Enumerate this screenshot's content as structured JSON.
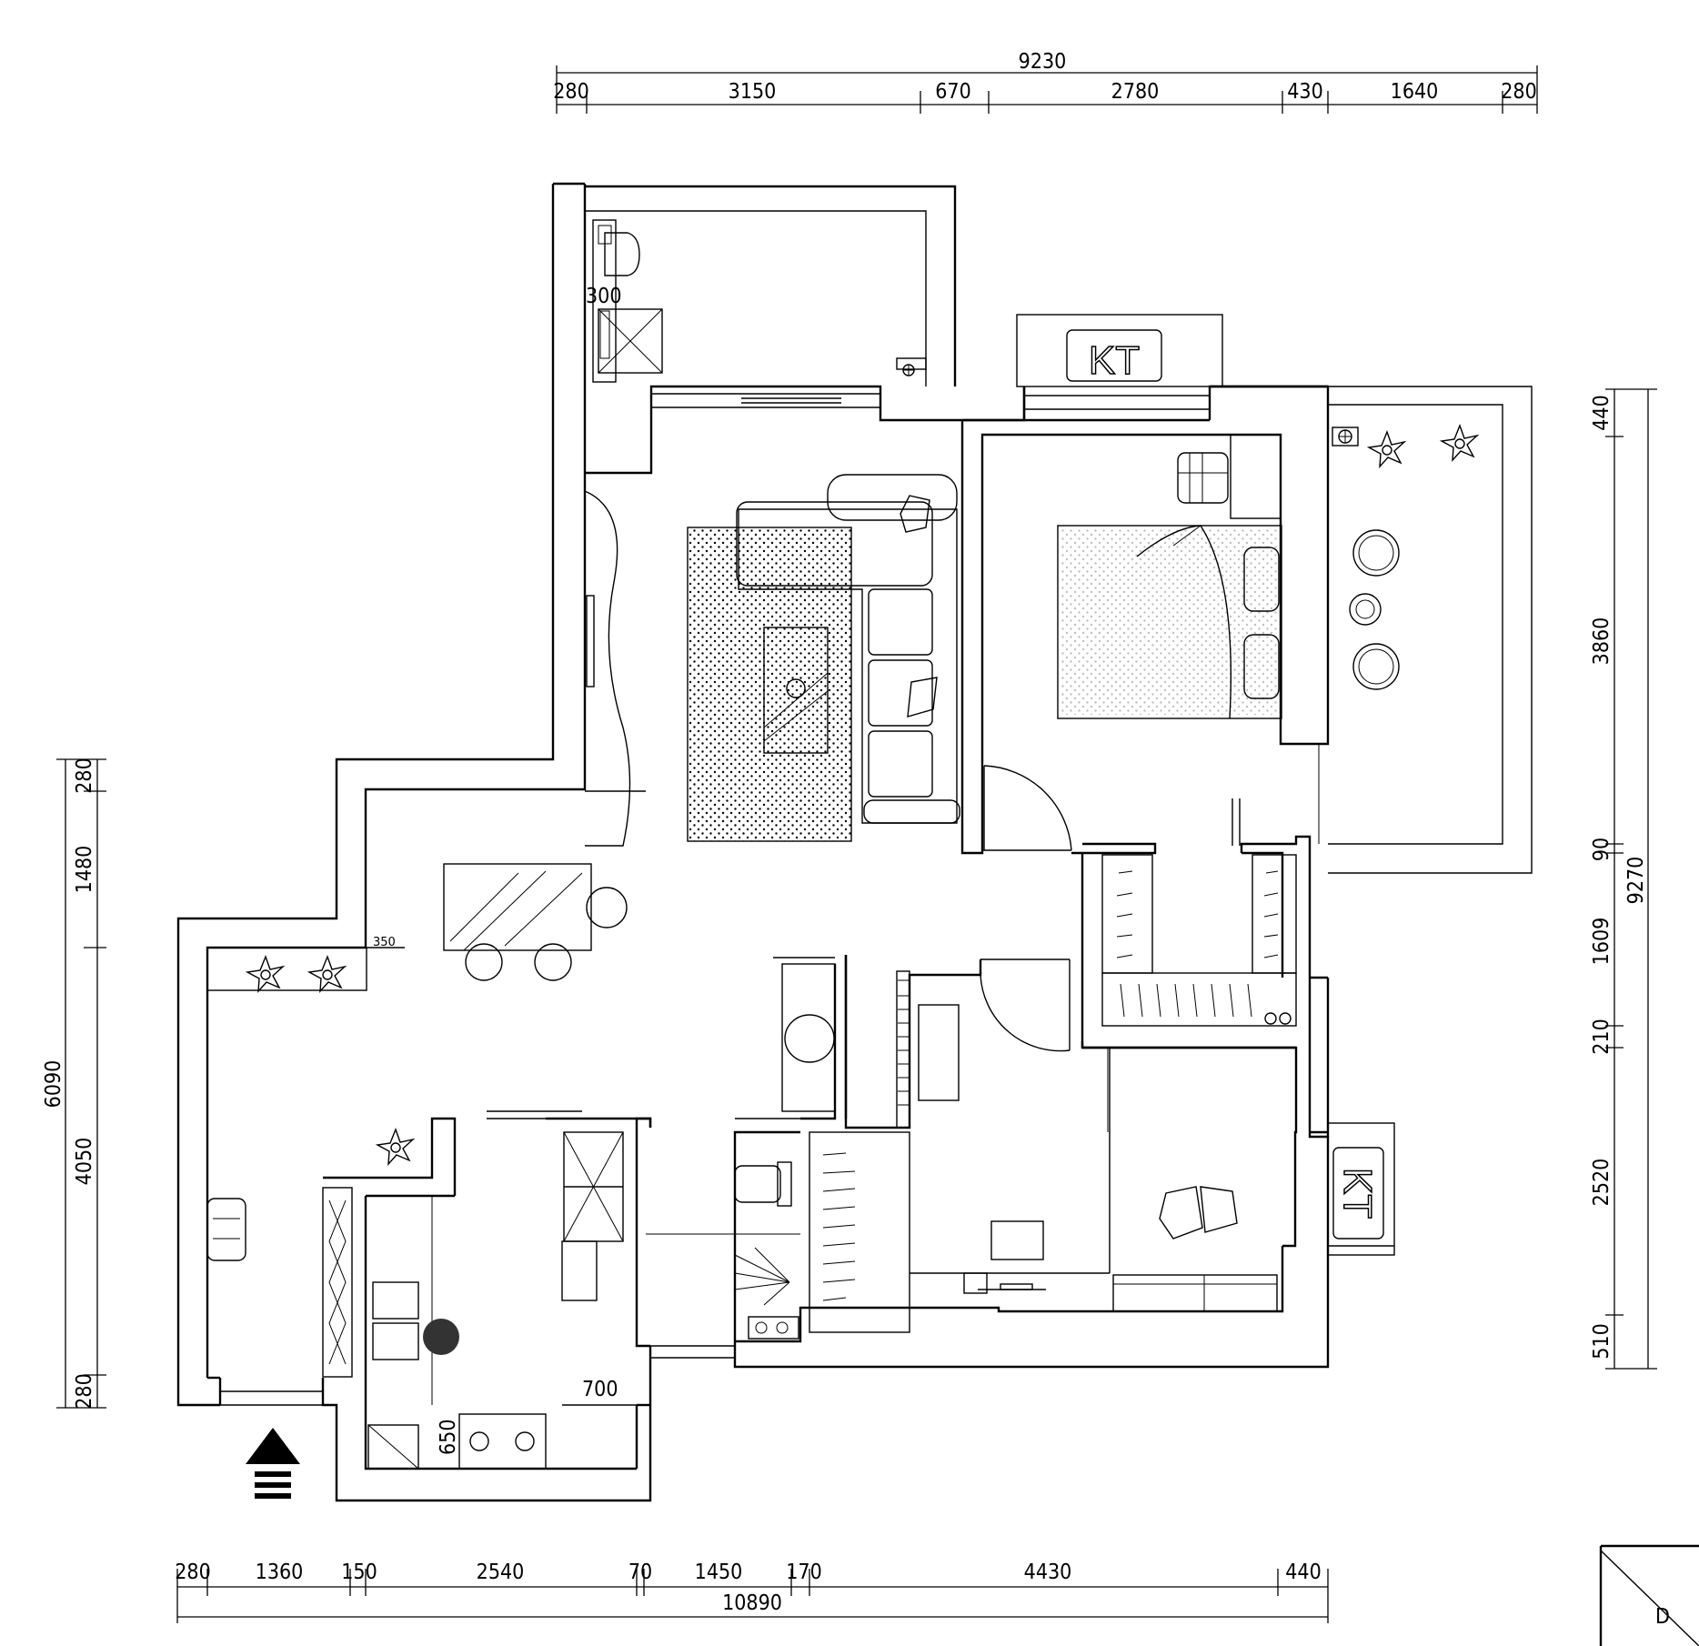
{
  "dimensions": {
    "top_total": "9230",
    "top": [
      "280",
      "3150",
      "670",
      "2780",
      "430",
      "1640",
      "280"
    ],
    "bottom_total": "10890",
    "bottom": [
      "280",
      "1360",
      "150",
      "2540",
      "70",
      "1450",
      "170",
      "4430",
      "440"
    ],
    "left_total": "6090",
    "left": [
      "280",
      "1480",
      "4050",
      "280"
    ],
    "right_total": "9270",
    "right": [
      "440",
      "3860",
      "90",
      "1609",
      "210",
      "2520",
      "510"
    ]
  },
  "annotations": {
    "balcony_depth": "300",
    "counter_depth": "350",
    "kitchen_width": "700",
    "kitchen_depth": "650",
    "ac_unit_top": "KT",
    "ac_unit_right": "KT",
    "corner_mark": "D"
  }
}
